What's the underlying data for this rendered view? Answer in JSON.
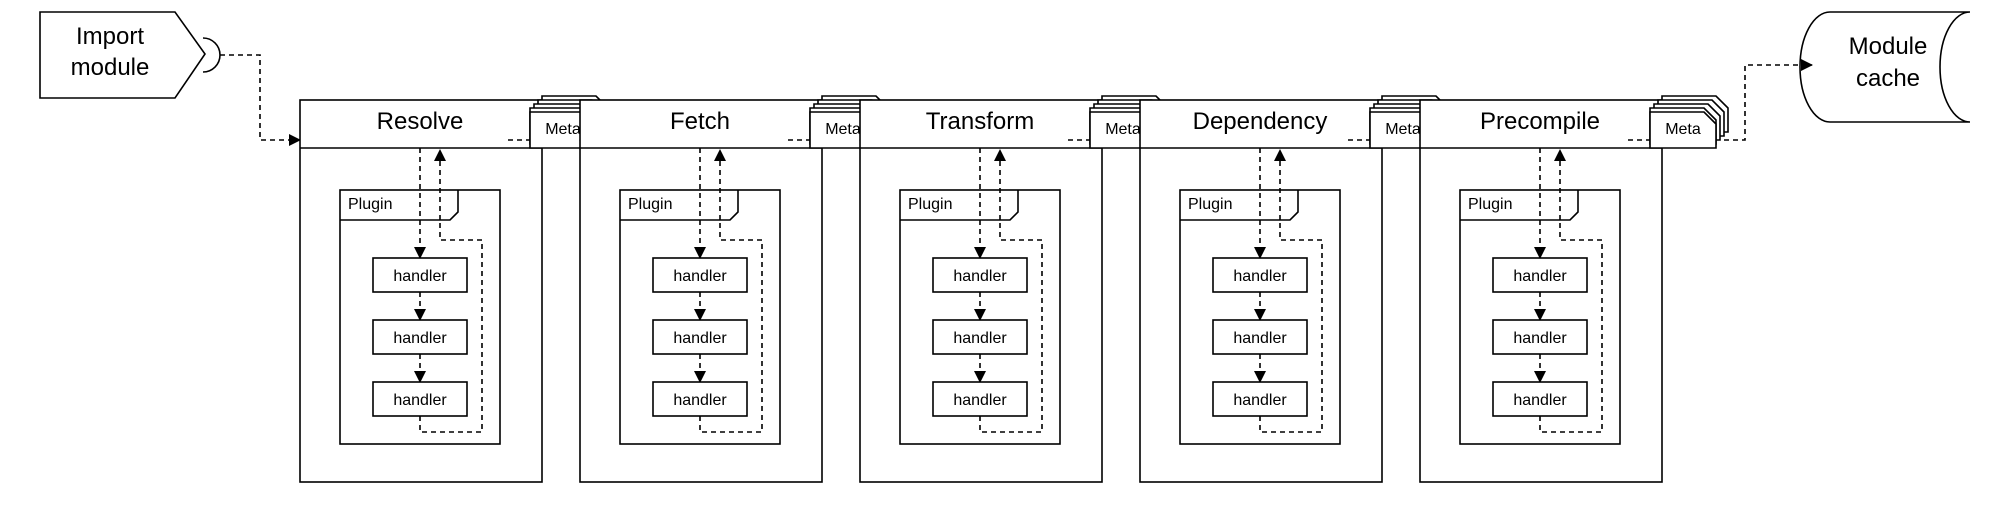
{
  "diagram": {
    "import_module": "Import\nmodule",
    "module_cache": "Module\ncache",
    "stages": [
      {
        "title": "Resolve",
        "plugin": "Plugin",
        "handlers": [
          "handler",
          "handler",
          "handler"
        ],
        "meta": "Meta"
      },
      {
        "title": "Fetch",
        "plugin": "Plugin",
        "handlers": [
          "handler",
          "handler",
          "handler"
        ],
        "meta": "Meta"
      },
      {
        "title": "Transform",
        "plugin": "Plugin",
        "handlers": [
          "handler",
          "handler",
          "handler"
        ],
        "meta": "Meta"
      },
      {
        "title": "Dependency",
        "plugin": "Plugin",
        "handlers": [
          "handler",
          "handler",
          "handler"
        ],
        "meta": "Meta"
      },
      {
        "title": "Precompile",
        "plugin": "Plugin",
        "handlers": [
          "handler",
          "handler",
          "handler"
        ],
        "meta": "Meta"
      }
    ]
  }
}
